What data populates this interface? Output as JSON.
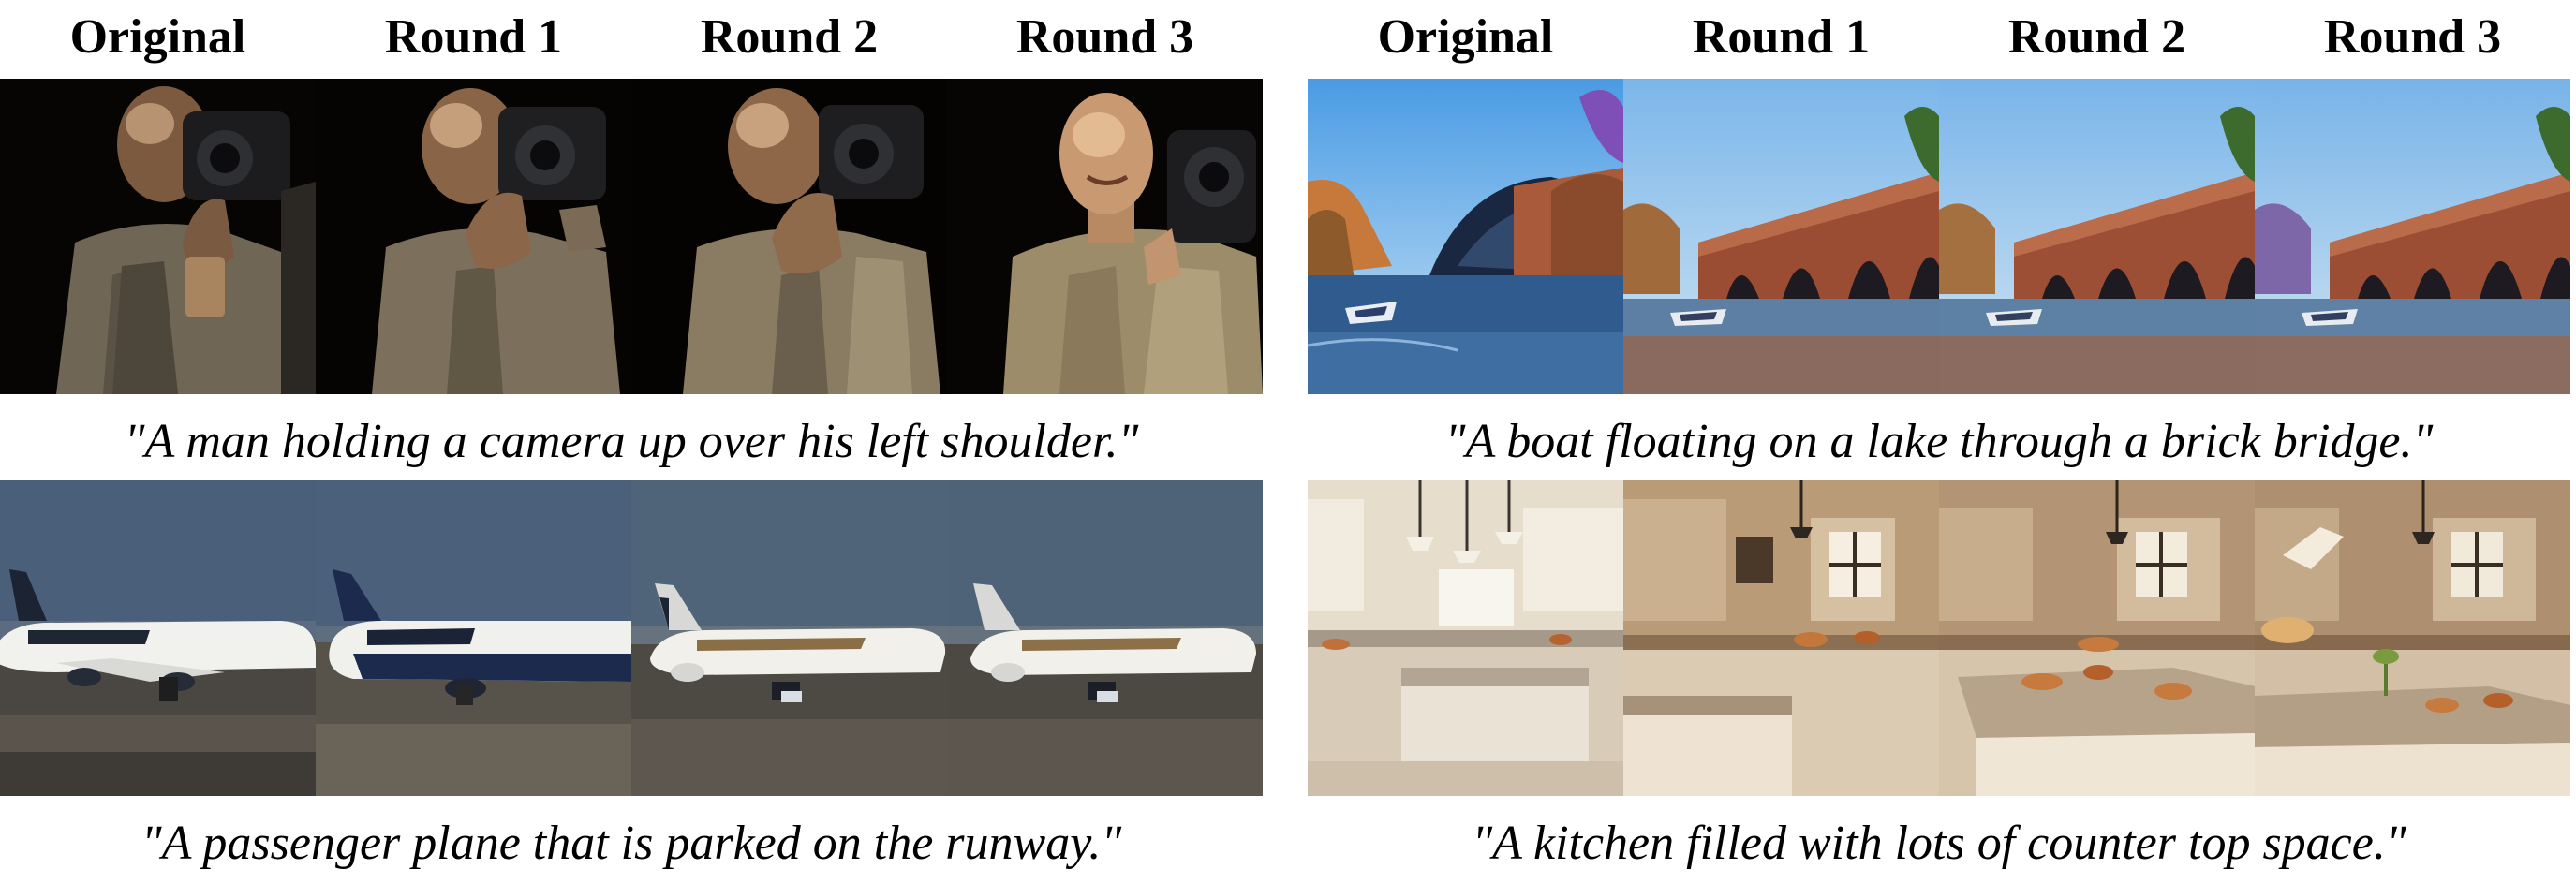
{
  "column_headers": [
    "Original",
    "Round 1",
    "Round 2",
    "Round 3"
  ],
  "panels": {
    "left": {
      "top": {
        "caption": "\"A man holding a camera up over his left shoulder.\"",
        "scene": "man holding a camera"
      },
      "bottom": {
        "caption": "\"A passenger plane that is parked on the runway.\"",
        "scene": "passenger plane on runway"
      }
    },
    "right": {
      "top": {
        "caption": "\"A boat floating on a lake through a brick bridge.\"",
        "scene": "boat under brick bridge"
      },
      "bottom": {
        "caption": "\"A kitchen filled with lots of counter top space.\"",
        "scene": "kitchen with counters"
      }
    }
  }
}
